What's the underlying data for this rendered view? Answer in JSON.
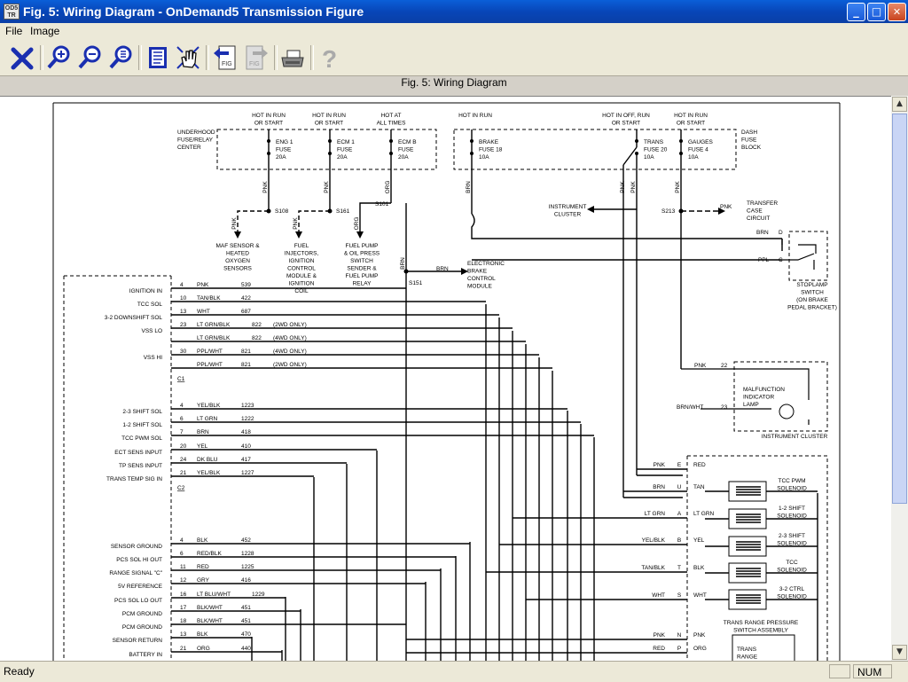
{
  "window": {
    "title": "Fig. 5: Wiring Diagram - OnDemand5 Transmission Figure",
    "icon_label": "OD5 TR",
    "controls": {
      "minimize": "_",
      "maximize": "□",
      "close": "✕"
    }
  },
  "menu": {
    "file": "File",
    "image": "Image"
  },
  "toolbar": {
    "icons": [
      "close-x-icon",
      "zoom-in-icon",
      "zoom-out-icon",
      "zoom-fit-icon",
      "page-view-icon",
      "pan-hand-icon",
      "prev-figure-icon",
      "next-figure-icon",
      "print-icon",
      "help-icon"
    ]
  },
  "figure": {
    "title": "Fig. 5: Wiring Diagram",
    "top": {
      "underhood_box": [
        "UNDERHOOD",
        "FUSE/RELAY",
        "CENTER"
      ],
      "dash_box": [
        "DASH",
        "FUSE",
        "BLOCK"
      ],
      "hots": [
        [
          "HOT IN RUN",
          "OR START"
        ],
        [
          "HOT IN RUN",
          "OR START"
        ],
        [
          "HOT AT",
          "ALL TIMES"
        ],
        [
          "HOT IN RUN"
        ],
        [
          "HOT IN OFF, RUN",
          "OR START"
        ],
        [
          "HOT IN RUN",
          "OR START"
        ]
      ],
      "fuses": [
        [
          "ENG 1",
          "FUSE",
          "20A"
        ],
        [
          "ECM 1",
          "FUSE",
          "20A"
        ],
        [
          "ECM B",
          "FUSE",
          "20A"
        ],
        [
          "BRAKE",
          "FUSE 18",
          "10A"
        ],
        [
          "TRANS",
          "FUSE 20",
          "10A"
        ],
        [
          "GAUGES",
          "FUSE 4",
          "10A"
        ]
      ],
      "wires": [
        "PNK",
        "PNK",
        "ORG",
        "BRN",
        "PNK",
        "PNK",
        "PNK"
      ],
      "splices": [
        "S108",
        "S161",
        "S101",
        "S151",
        "S213"
      ],
      "branch_wires": [
        "PNK",
        "PNK",
        "ORG",
        "BRN",
        "BRN",
        "PNK"
      ],
      "destinations": {
        "maf": [
          "MAF SENSOR &",
          "HEATED",
          "OXYGEN",
          "SENSORS"
        ],
        "fuel": [
          "FUEL",
          "INJECTORS,",
          "IGNITION",
          "CONTROL",
          "MODULE &",
          "IGNITION",
          "COIL"
        ],
        "pump": [
          "FUEL PUMP",
          "& OIL PRESS",
          "SWITCH",
          "SENDER &",
          "FUEL PUMP",
          "RELAY"
        ],
        "ebcm": [
          "ELECTRONIC",
          "BRAKE",
          "CONTROL",
          "MODULE"
        ],
        "cluster": [
          "INSTRUMENT",
          "CLUSTER"
        ],
        "transfer": [
          "TRANSFER",
          "CASE",
          "CIRCUIT"
        ],
        "stoplamp": [
          "STOPLAMP",
          "SWITCH",
          "(ON BRAKE",
          "PEDAL BRACKET)"
        ],
        "mil": [
          "MALFUNCTION",
          "INDICATOR",
          "LAMP"
        ],
        "cluster_label": "INSTRUMENT CLUSTER"
      },
      "stoplamp_pins": [
        [
          "BRN",
          "D"
        ],
        [
          "PPL",
          "C"
        ]
      ],
      "mil_pins": [
        [
          "PNK",
          "22"
        ],
        [
          "BRN/WHT",
          "23"
        ]
      ]
    },
    "pcm_rows": [
      {
        "label": "IGNITION IN",
        "pin": "4",
        "color": "PNK",
        "circuit": "539",
        "note": ""
      },
      {
        "label": "TCC SOL",
        "pin": "10",
        "color": "TAN/BLK",
        "circuit": "422",
        "note": ""
      },
      {
        "label": "3-2 DOWNSHIFT SOL",
        "pin": "13",
        "color": "WHT",
        "circuit": "687",
        "note": ""
      },
      {
        "label": "VSS LO",
        "pin": "23",
        "color": "LT GRN/BLK",
        "circuit": "822",
        "note": "(2WD ONLY)"
      },
      {
        "label": "",
        "pin": "",
        "color": "LT GRN/BLK",
        "circuit": "822",
        "note": "(4WD ONLY)"
      },
      {
        "label": "VSS HI",
        "pin": "30",
        "color": "PPL/WHT",
        "circuit": "821",
        "note": "(4WD ONLY)"
      },
      {
        "label": "",
        "pin": "",
        "color": "PPL/WHT",
        "circuit": "821",
        "note": "(2WD ONLY)"
      },
      {
        "label": "2-3 SHIFT SOL",
        "pin": "4",
        "color": "YEL/BLK",
        "circuit": "1223",
        "note": ""
      },
      {
        "label": "1-2 SHIFT SOL",
        "pin": "6",
        "color": "LT GRN",
        "circuit": "1222",
        "note": ""
      },
      {
        "label": "TCC PWM SOL",
        "pin": "7",
        "color": "BRN",
        "circuit": "418",
        "note": ""
      },
      {
        "label": "ECT SENS INPUT",
        "pin": "20",
        "color": "YEL",
        "circuit": "410",
        "note": ""
      },
      {
        "label": "TP SENS INPUT",
        "pin": "24",
        "color": "DK BLU",
        "circuit": "417",
        "note": ""
      },
      {
        "label": "TRANS TEMP SIG IN",
        "pin": "21",
        "color": "YEL/BLK",
        "circuit": "1227",
        "note": ""
      },
      {
        "label": "SENSOR GROUND",
        "pin": "4",
        "color": "BLK",
        "circuit": "452",
        "note": ""
      },
      {
        "label": "PCS SOL HI OUT",
        "pin": "6",
        "color": "RED/BLK",
        "circuit": "1228",
        "note": ""
      },
      {
        "label": "RANGE SIGNAL \"C\"",
        "pin": "11",
        "color": "RED",
        "circuit": "1225",
        "note": ""
      },
      {
        "label": "5V REFERENCE",
        "pin": "12",
        "color": "GRY",
        "circuit": "416",
        "note": ""
      },
      {
        "label": "PCS SOL LO OUT",
        "pin": "16",
        "color": "LT BLU/WHT",
        "circuit": "1229",
        "note": ""
      },
      {
        "label": "PCM GROUND",
        "pin": "17",
        "color": "BLK/WHT",
        "circuit": "451",
        "note": ""
      },
      {
        "label": "PCM GROUND",
        "pin": "18",
        "color": "BLK/WHT",
        "circuit": "451",
        "note": ""
      },
      {
        "label": "SENSOR RETURN",
        "pin": "13",
        "color": "BLK",
        "circuit": "470",
        "note": ""
      },
      {
        "label": "BATTERY IN",
        "pin": "21",
        "color": "ORG",
        "circuit": "440",
        "note": ""
      }
    ],
    "connectors": [
      "C1",
      "C2"
    ],
    "trans_pins": [
      {
        "wire": "PNK",
        "pin": "E",
        "color": "RED"
      },
      {
        "wire": "BRN",
        "pin": "U",
        "color": "TAN"
      },
      {
        "wire": "LT GRN",
        "pin": "A",
        "color": "LT GRN"
      },
      {
        "wire": "YEL/BLK",
        "pin": "B",
        "color": "YEL"
      },
      {
        "wire": "TAN/BLK",
        "pin": "T",
        "color": "BLK"
      },
      {
        "wire": "WHT",
        "pin": "S",
        "color": "WHT"
      },
      {
        "wire": "PNK",
        "pin": "N",
        "color": "PNK"
      },
      {
        "wire": "RED",
        "pin": "P",
        "color": "ORG"
      }
    ],
    "solenoids": [
      [
        "TCC PWM",
        "SOLENOID"
      ],
      [
        "1-2 SHIFT",
        "SOLENOID"
      ],
      [
        "2-3 SHIFT",
        "SOLENOID"
      ],
      [
        "TCC",
        "SOLENOID"
      ],
      [
        "3-2 CTRL",
        "SOLENOID"
      ]
    ],
    "trans_range": [
      "TRANS RANGE PRESSURE",
      "SWITCH ASSEMBLY"
    ],
    "trans_range_inner": [
      "TRANS",
      "RANGE"
    ]
  },
  "status": {
    "ready": "Ready",
    "num": "NUM"
  },
  "scroll": {
    "up": "▲",
    "down": "▼"
  }
}
